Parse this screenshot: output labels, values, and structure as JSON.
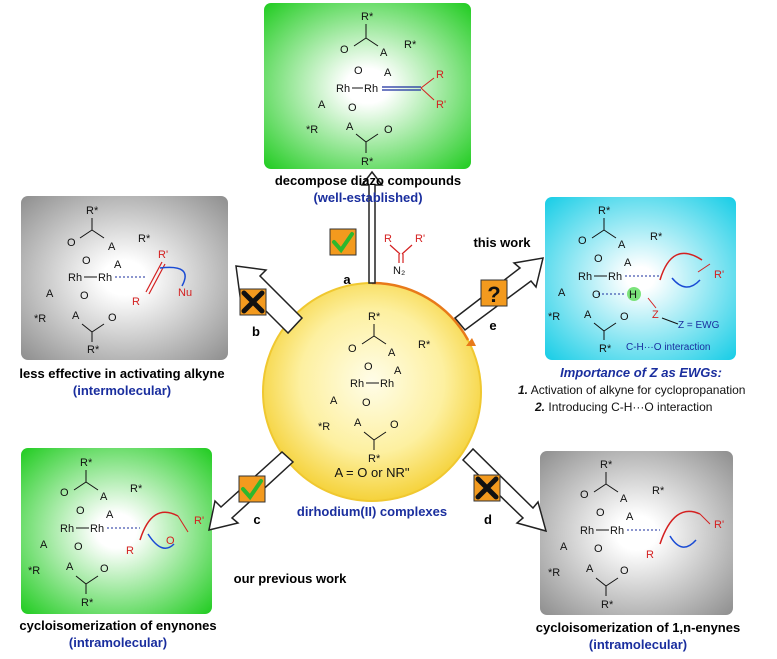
{
  "top": {
    "label": "decompose diazo compounds",
    "sublabel": "(well-established)",
    "arrow_letter": "a"
  },
  "left": {
    "label": "less effective in activating alkyne",
    "sublabel": "(intermolecular)",
    "arrow_letter": "b"
  },
  "right": {
    "title": "this work",
    "arrow_letter": "e",
    "importance_title": "Importance of Z as EWGs:",
    "point1_num": "1.",
    "point1": "Activation of alkyne for cyclopropanation",
    "point2_num": "2.",
    "point2": "Introducing C-H···O interaction",
    "z_ewg": "Z = EWG",
    "ch_o": "C-H···O interaction"
  },
  "bottom_left": {
    "title": "our previous work",
    "label": "cycloisomerization of enynones",
    "sublabel": "(intramolecular)",
    "arrow_letter": "c"
  },
  "bottom_right": {
    "label": "cycloisomerization of 1,n-enynes",
    "sublabel": "(intramolecular)",
    "arrow_letter": "d"
  },
  "center": {
    "a_def": "A = O or NR\"",
    "caption": "dirhodium(II) complexes"
  },
  "atoms": {
    "rstar": "R*",
    "rstar_left": "*R",
    "rh": "Rh",
    "a": "A",
    "o": "O",
    "r": "R",
    "rp": "R'",
    "nu": "Nu",
    "z": "Z",
    "h": "H",
    "n2": "N₂"
  },
  "colors": {
    "green_box": "#22cc22",
    "gray_box": "#9a9a9a",
    "cyan_box": "#22d3ee",
    "sphere": "#fce24a",
    "caption_blue": "#1a2e9e",
    "accent_red": "#d42020",
    "orange_badge": "#f39a1e"
  }
}
